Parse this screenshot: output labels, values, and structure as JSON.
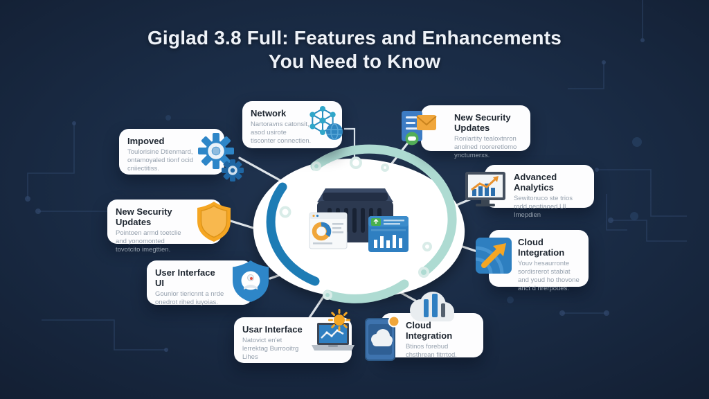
{
  "title": {
    "line1": "Giglad 3.8 Full: Features and Enhancements",
    "line2": "You Need to Know"
  },
  "cards": [
    {
      "id": "improved",
      "title": "Impoved",
      "body": "Toulorisine Dtienmard, ontamoyaled tionf ocid cniiectitiss.",
      "icon": "gears-icon"
    },
    {
      "id": "network",
      "title": "Network",
      "body": "Nartoravns catonsit, asod usirote tisconter connectien.",
      "icon": "network-nodes-icon"
    },
    {
      "id": "security-top",
      "title": "New Security Updates",
      "body": "Ronlartity tealoxtnron anolned rooreretlomo ynctumerxs.",
      "icon": "mail-server-icon"
    },
    {
      "id": "analytics",
      "title": "Advanced Analytics",
      "body": "Sewitonuco ste trios rodd nentiaoed UI Imepdien",
      "icon": "chart-monitor-icon"
    },
    {
      "id": "cloud-right",
      "title": "Cloud Integration",
      "body": "Youv hesaurronte sordisrerot stabiat and youd ho thovone anct d nrerpoues.",
      "icon": "arrow-box-icon"
    },
    {
      "id": "security-left",
      "title": "New Security Updates",
      "body": "Pointoen armd toetclie and yonomonted tovotcito imegttien.",
      "icon": "shield-icon"
    },
    {
      "id": "ui-left",
      "title": "User Interface UI",
      "body": "Gounlor tiericnnt a nrde onedrot rihed iuyoias.",
      "icon": "user-shield-icon"
    },
    {
      "id": "user-bottom",
      "title": "Usar Interface",
      "body": "Natovict en'et lerrektag Burrooitrg Lihes",
      "icon": "laptop-sun-icon"
    },
    {
      "id": "cloud-bottom",
      "title": "Cloud Integration",
      "body": "Btinos forebud chsthrean fitrrtod.",
      "icon": "cloud-device-icon"
    }
  ],
  "colors": {
    "background": "#17283f",
    "card": "#fdfdfe",
    "accent_blue": "#2e86c8",
    "accent_teal": "#aedbd2",
    "accent_orange": "#f5a623",
    "accent_green": "#53ae57",
    "title_text": "#eef2f8",
    "card_title_text": "#1e2630",
    "card_body_text": "#95a0ad"
  }
}
